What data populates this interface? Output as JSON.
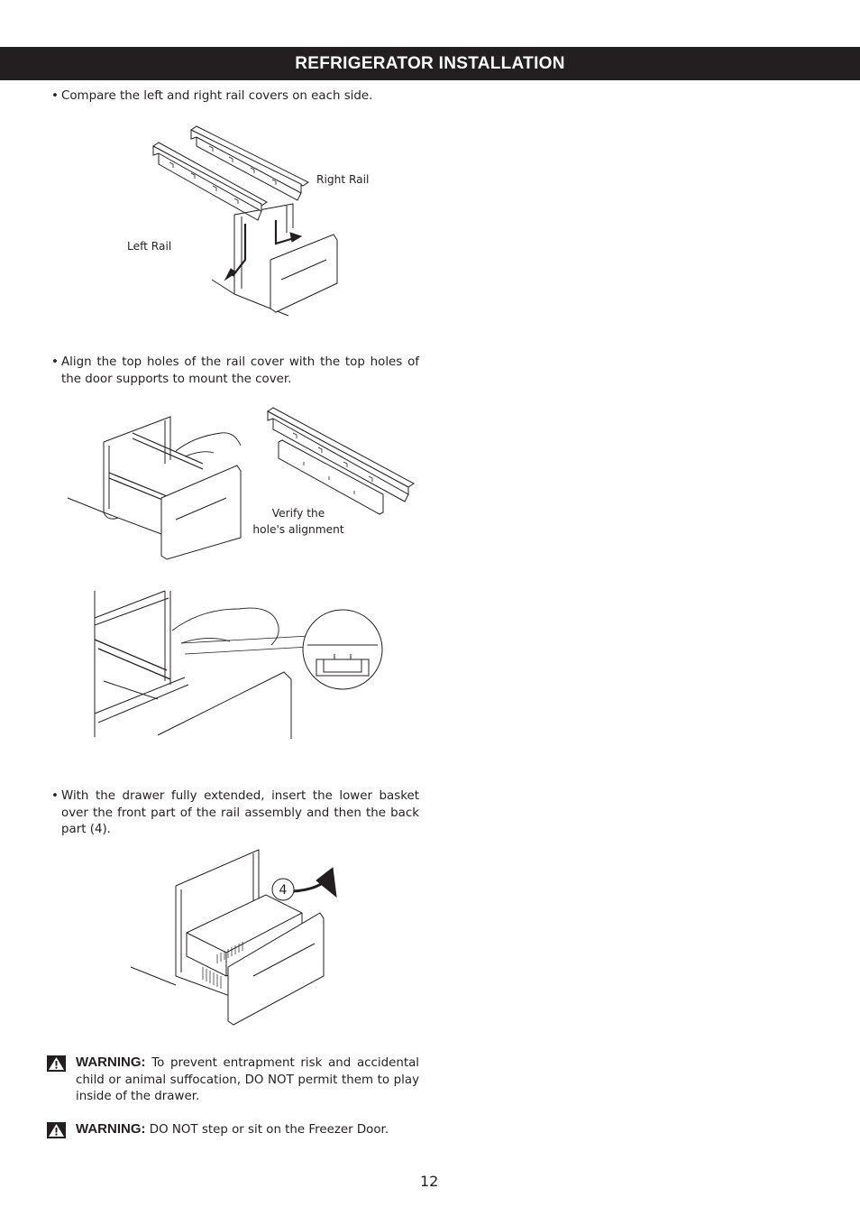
{
  "header": {
    "title": "REFRIGERATOR INSTALLATION"
  },
  "steps": [
    {
      "bullet": "•",
      "text": "Compare the left and right rail covers on each side."
    },
    {
      "bullet": "•",
      "text": "Align the top holes of the rail cover with the top holes of the door supports to mount the cover."
    },
    {
      "bullet": "•",
      "text": "With the drawer fully extended, insert the lower basket over the front part of the rail assembly and then the back part (4)."
    }
  ],
  "figures": {
    "rails": {
      "left_label": "Left Rail",
      "right_label": "Right Rail"
    },
    "alignment": {
      "label_line1": "Verify the",
      "label_line2": "hole's alignment"
    },
    "basket": {
      "step_number": "4"
    }
  },
  "warnings": [
    {
      "label": "WARNING:",
      "text": "To prevent entrapment risk and accidental child or animal suffocation, DO NOT permit them to play inside of the drawer."
    },
    {
      "label": "WARNING:",
      "text": "DO NOT step or sit on the Freezer Door."
    }
  ],
  "page_number": "12",
  "icons": {
    "warning": "warning-triangle-icon"
  }
}
